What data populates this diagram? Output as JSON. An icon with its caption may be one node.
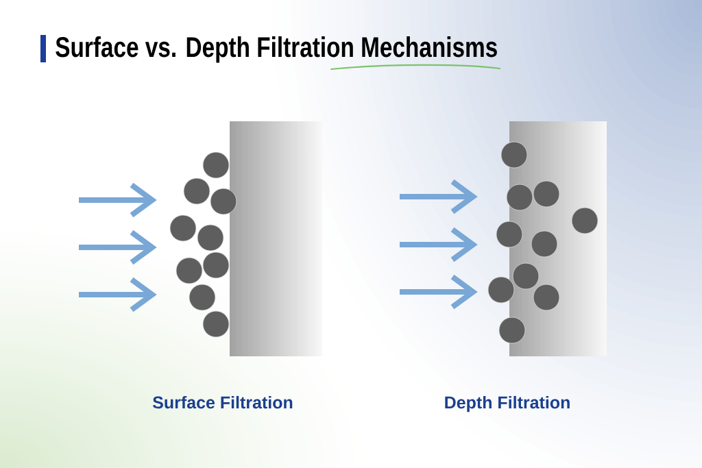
{
  "diagram": {
    "title": "Surface vs. Depth Filtration Mechanisms",
    "labels": [
      "Surface Filtration",
      "Depth Filtration"
    ]
  }
}
